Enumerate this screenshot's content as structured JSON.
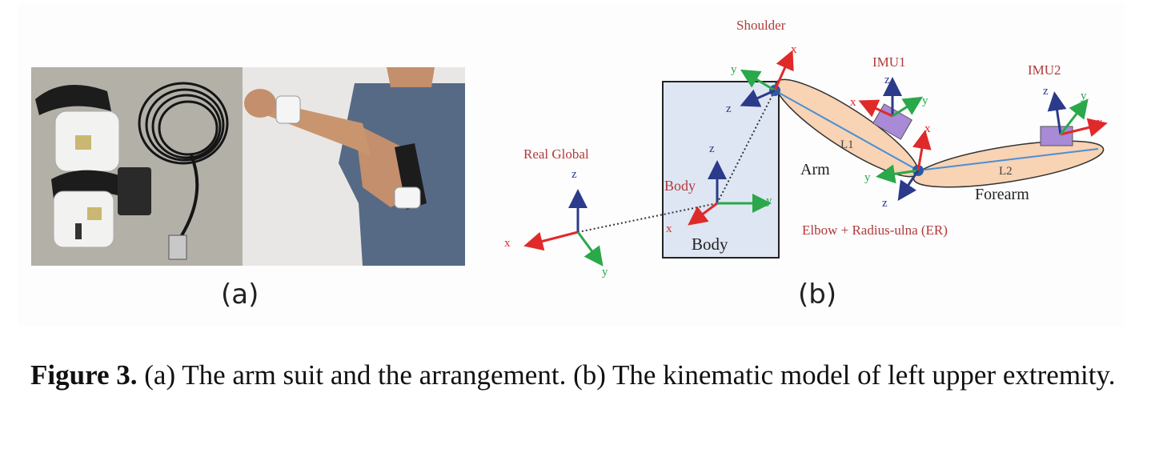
{
  "figure": {
    "panel_a_label": "(a)",
    "panel_b_label": "(b)",
    "caption_prefix": "Figure 3.",
    "caption_text": " (a) The arm suit and the arrangement. (b) The kinematic model of left upper extremity."
  },
  "diagram": {
    "shoulder": "Shoulder",
    "imu1": "IMU1",
    "imu2": "IMU2",
    "real_global": "Real Global",
    "body_frame": "Body",
    "body_box": "Body",
    "arm": "Arm",
    "forearm": "Forearm",
    "l1": "L1",
    "l2": "L2",
    "elbow": "Elbow + Radius-ulna (ER)",
    "axis_x": "x",
    "axis_y": "y",
    "axis_z": "z"
  },
  "colors": {
    "x_axis": "#e02a2a",
    "y_axis": "#2aa84a",
    "z_axis": "#2b3a8a",
    "body_box": "#dfe6f3",
    "limb": "#f8d3b4",
    "imu": "#a88ad6",
    "label_red": "#b03a3a"
  }
}
